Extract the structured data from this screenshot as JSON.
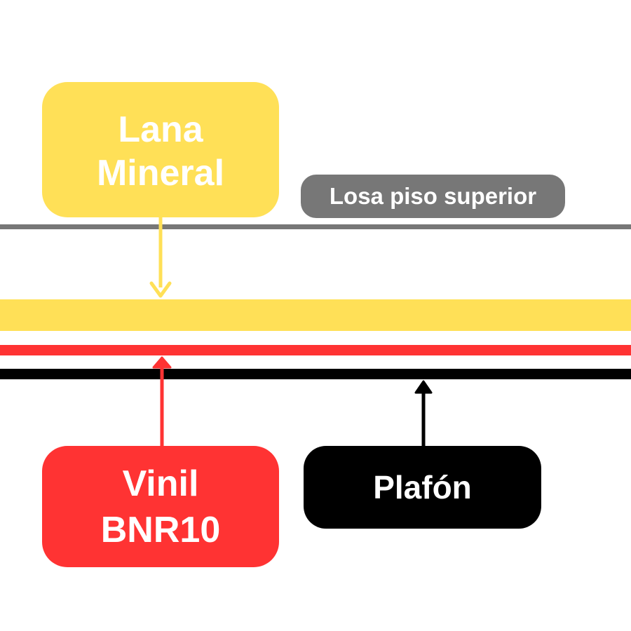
{
  "colors": {
    "slab": "#777777",
    "wool": "#FFE057",
    "vinyl": "#FF3333",
    "ceiling": "#000000",
    "background": "#FFFFFF"
  },
  "labels": {
    "wool": {
      "line1": "Lana",
      "line2": "Mineral"
    },
    "slab": "Losa piso superior",
    "vinyl": {
      "line1": "Vinil",
      "line2": "BNR10"
    },
    "ceiling": "Plafón"
  }
}
